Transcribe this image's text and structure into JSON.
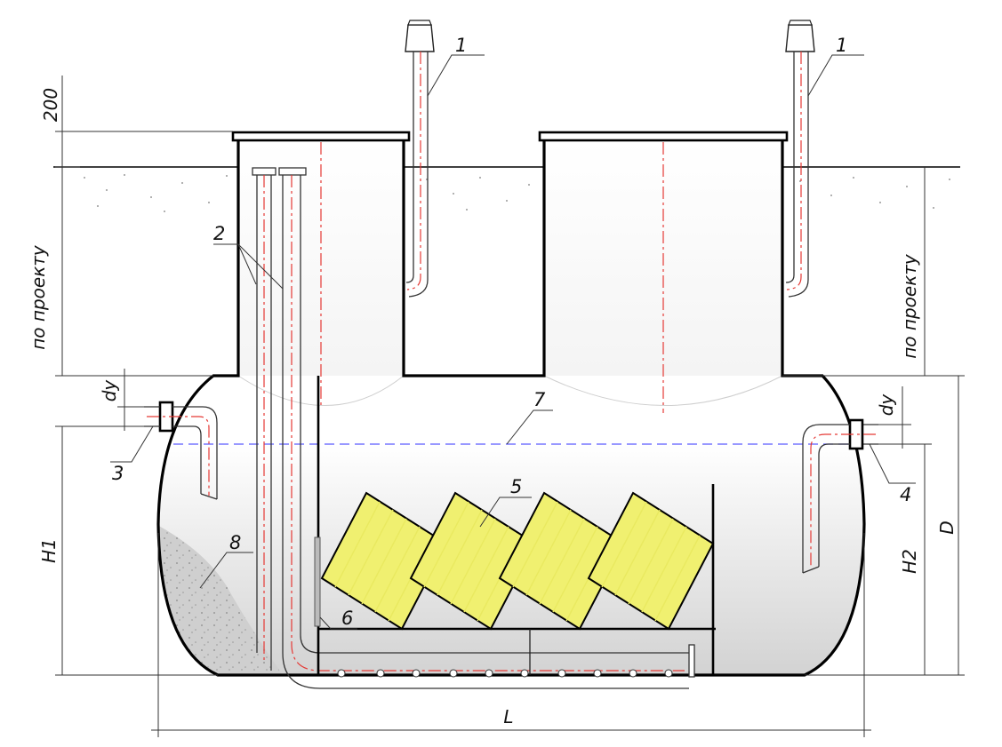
{
  "labels": {
    "l1_left": "1",
    "l1_right": "1",
    "l2": "2",
    "l3": "3",
    "l4": "4",
    "l5": "5",
    "l6": "6",
    "l7": "7",
    "l8": "8"
  },
  "dimensions": {
    "top": "200",
    "left_depth": "по проекту",
    "right_depth": "по проекту",
    "dy_left": "dy",
    "dy_right": "dy",
    "h1": "H1",
    "h2": "H2",
    "d": "D",
    "l": "L"
  },
  "colors": {
    "axis": "#e53935",
    "water_line": "#5a5aff",
    "lamella": "#f0f070",
    "sediment": "#d9d9d9"
  }
}
